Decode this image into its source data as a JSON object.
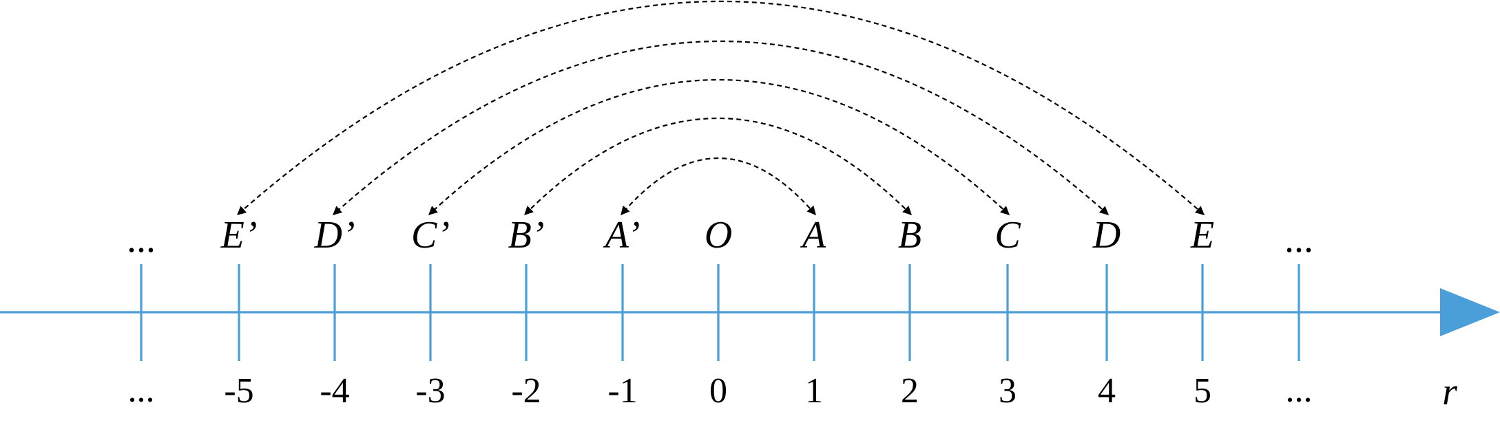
{
  "diagram": {
    "axis_color": "#4a9fd8",
    "arc_color": "#000000",
    "axis_name": "r",
    "ticks": [
      {
        "value": null,
        "point": "...",
        "number": "..."
      },
      {
        "value": -5,
        "point": "E’",
        "number": "-5"
      },
      {
        "value": -4,
        "point": "D’",
        "number": "-4"
      },
      {
        "value": -3,
        "point": "C’",
        "number": "-3"
      },
      {
        "value": -2,
        "point": "B’",
        "number": "-2"
      },
      {
        "value": -1,
        "point": "A’",
        "number": "-1"
      },
      {
        "value": 0,
        "point": "O",
        "number": "0"
      },
      {
        "value": 1,
        "point": "A",
        "number": "1"
      },
      {
        "value": 2,
        "point": "B",
        "number": "2"
      },
      {
        "value": 3,
        "point": "C",
        "number": "3"
      },
      {
        "value": 4,
        "point": "D",
        "number": "4"
      },
      {
        "value": 5,
        "point": "E",
        "number": "5"
      },
      {
        "value": null,
        "point": "...",
        "number": "..."
      }
    ],
    "pairs": [
      {
        "from": "A",
        "to": "A’"
      },
      {
        "from": "B",
        "to": "B’"
      },
      {
        "from": "C",
        "to": "C’"
      },
      {
        "from": "D",
        "to": "D’"
      },
      {
        "from": "E",
        "to": "E’"
      }
    ]
  }
}
